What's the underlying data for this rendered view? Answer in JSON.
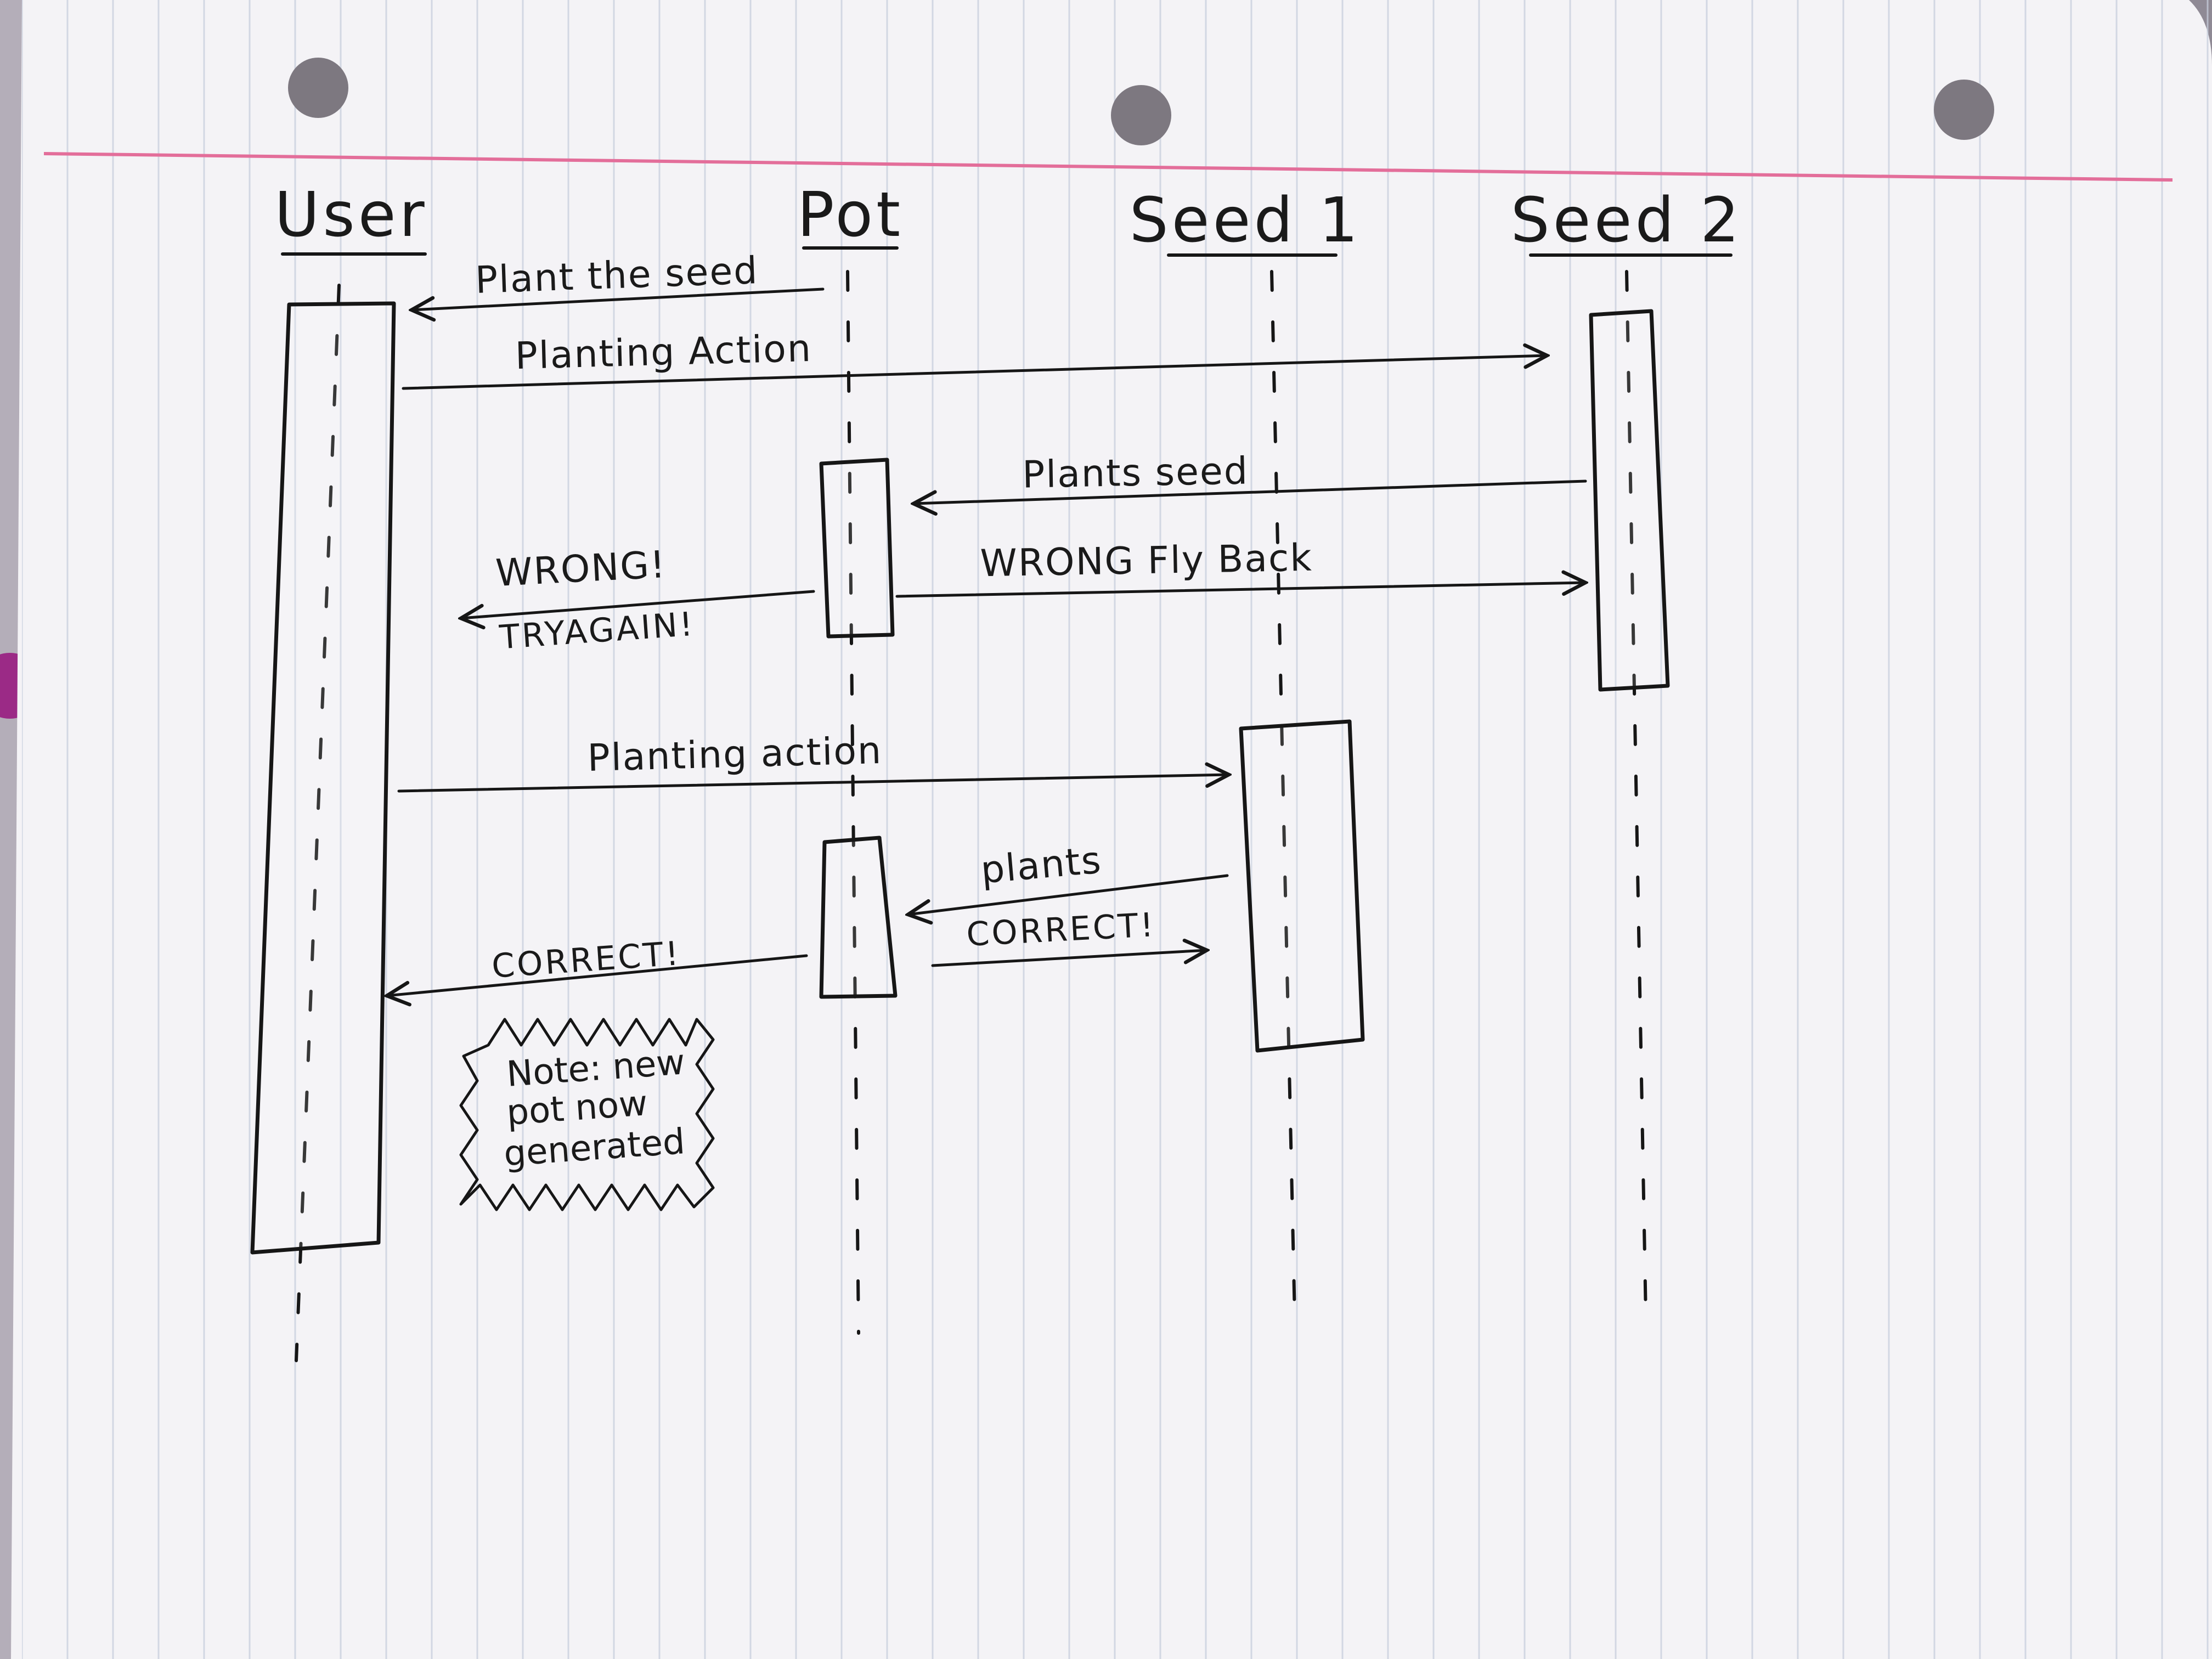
{
  "diagram": {
    "type": "sequence",
    "participants": [
      {
        "id": "user",
        "label": "User"
      },
      {
        "id": "pot",
        "label": "Pot"
      },
      {
        "id": "seed1",
        "label": "Seed 1"
      },
      {
        "id": "seed2",
        "label": "Seed 2"
      }
    ],
    "messages": [
      {
        "from": "pot",
        "to": "user",
        "label": "Plant the seed"
      },
      {
        "from": "user",
        "to": "seed2",
        "label": "Planting Action"
      },
      {
        "from": "seed2",
        "to": "pot",
        "label": "Plants seed"
      },
      {
        "from": "pot",
        "to": "user",
        "label": "WRONG!",
        "label2": "TRYAGAIN!"
      },
      {
        "from": "pot",
        "to": "seed2",
        "label": "WRONG Fly Back"
      },
      {
        "from": "user",
        "to": "seed1",
        "label": "Planting action"
      },
      {
        "from": "seed1",
        "to": "pot",
        "label": "plants"
      },
      {
        "from": "pot",
        "to": "user",
        "label": "CORRECT!"
      },
      {
        "from": "pot",
        "to": "seed1",
        "label": "CORRECT!"
      }
    ],
    "note": {
      "lines": [
        "Note: new",
        "pot now",
        "generated"
      ]
    }
  },
  "colors": {
    "paper": "#f4f3f6",
    "rule_line": "#bfc6d8",
    "margin_line": "#e36e9a",
    "ink": "#161616",
    "background": "#8f8a95",
    "binder_clip": "#9b2a86"
  }
}
